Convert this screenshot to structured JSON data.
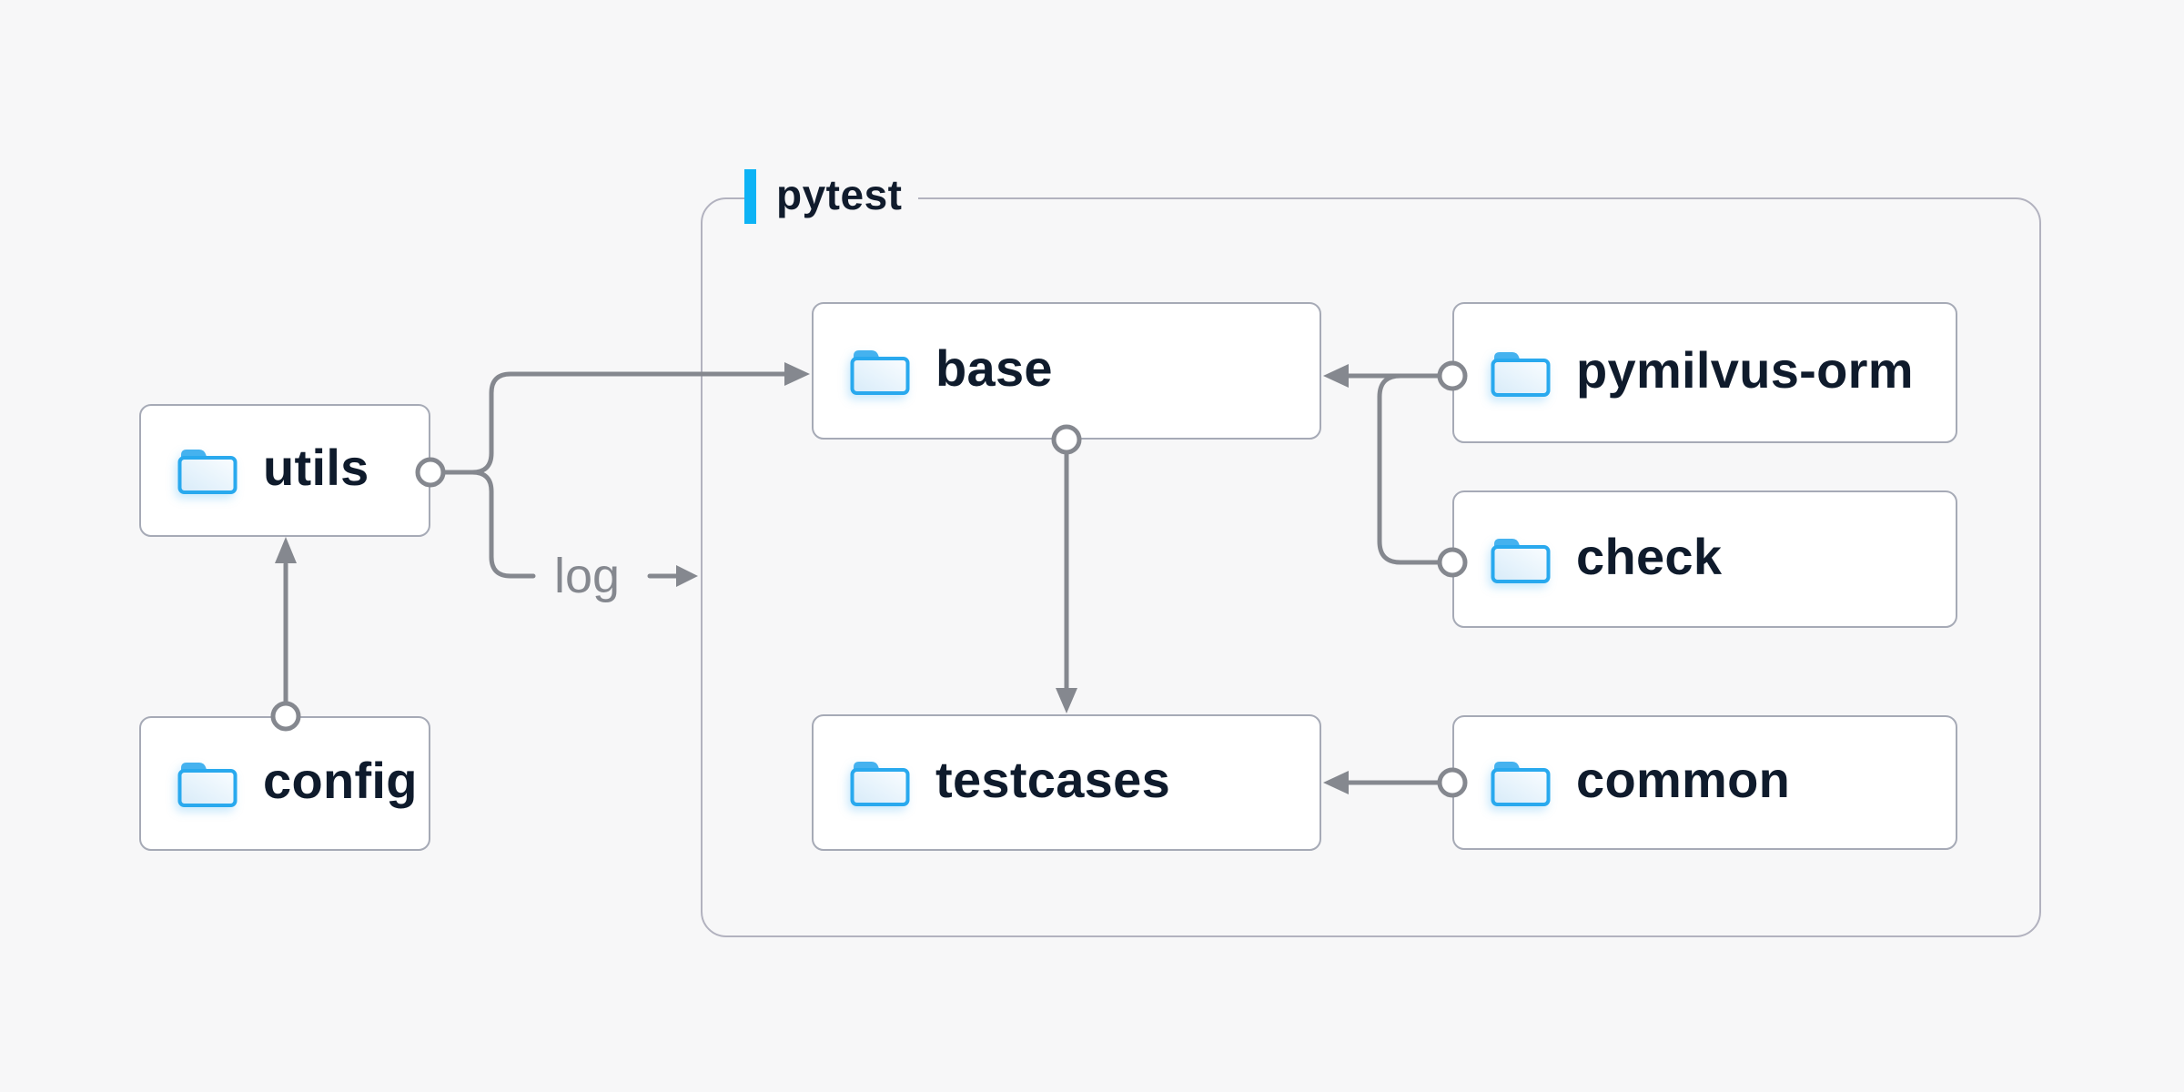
{
  "diagram": {
    "container": {
      "label": "pytest",
      "accent_color": "#0db3f5",
      "border_color": "#b2b2bf"
    },
    "nodes": [
      {
        "id": "utils",
        "label": "utils",
        "inside_container": false
      },
      {
        "id": "config",
        "label": "config",
        "inside_container": false
      },
      {
        "id": "base",
        "label": "base",
        "inside_container": true
      },
      {
        "id": "pymilvus-orm",
        "label": "pymilvus-orm",
        "inside_container": true
      },
      {
        "id": "check",
        "label": "check",
        "inside_container": true
      },
      {
        "id": "testcases",
        "label": "testcases",
        "inside_container": true
      },
      {
        "id": "common",
        "label": "common",
        "inside_container": true
      }
    ],
    "edges": [
      {
        "from": "config",
        "to": "utils",
        "label": ""
      },
      {
        "from": "utils",
        "to": "base",
        "label": ""
      },
      {
        "from": "utils",
        "to": "pytest-container",
        "label": "log"
      },
      {
        "from": "base",
        "to": "testcases",
        "label": ""
      },
      {
        "from": "pymilvus-orm",
        "to": "base",
        "label": ""
      },
      {
        "from": "check",
        "to": "base",
        "label": ""
      },
      {
        "from": "common",
        "to": "testcases",
        "label": ""
      }
    ],
    "edge_labels": {
      "log": "log"
    },
    "colors": {
      "page_background": "#f7f7f8",
      "node_background": "#ffffff",
      "node_border": "#a6aab6",
      "node_text": "#0f1b2c",
      "connector": "#85888f",
      "muted_text": "#85888f",
      "folder_stroke": "#29a9ee",
      "folder_tab": "#45b2ef",
      "folder_fill_top": "#fafdff",
      "folder_fill_bottom": "#d7ebf9"
    },
    "icons": {
      "node_icon": "folder-icon"
    }
  }
}
